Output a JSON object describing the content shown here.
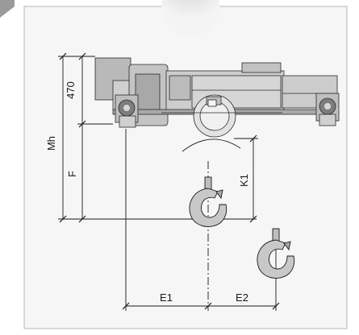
{
  "figure": {
    "dimension_labels": {
      "mh": "Mh",
      "h470": "470",
      "f": "F",
      "k1": "K1",
      "e1": "E1",
      "e2": "E2"
    }
  },
  "colors": {
    "frame_fill": "#f4f4f4",
    "hoist_body": "#bdbdbd",
    "hoist_dark": "#7d7d7d",
    "hook": "#c8c8c8",
    "line": "#1a1a1a",
    "top_shadow": "#d9d9d9"
  }
}
